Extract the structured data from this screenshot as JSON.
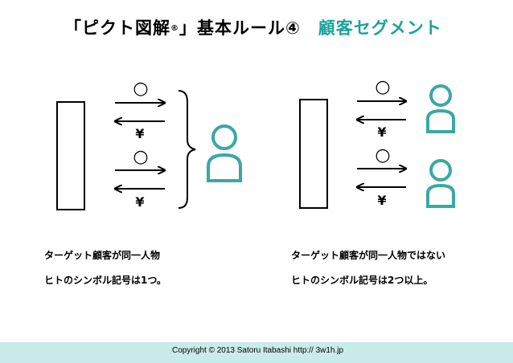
{
  "title": {
    "main_prefix": "「ピクト図解",
    "registered": "®",
    "main_suffix": "」基本ルール④",
    "subtitle": "顧客セグメント"
  },
  "left_panel": {
    "symbols": [
      "○",
      "¥",
      "○",
      "¥"
    ],
    "caption_line1": "ターゲット顧客が同一人物",
    "caption_line2": "ヒトのシンボル記号は1つ。"
  },
  "right_panel": {
    "symbols": [
      "○",
      "¥",
      "○",
      "¥"
    ],
    "caption_line1": "ターゲット顧客が同一人物ではない",
    "caption_line2": "ヒトのシンボル記号は2つ以上。"
  },
  "footer": {
    "text": "Copyright © 2013 Satoru Itabashi    http:// 3w1h.jp"
  },
  "colors": {
    "accent": "#1aa39c",
    "footer_bg": "#c9ecea",
    "person": "#3aa8a2"
  },
  "icons": [
    "arrow-right-icon",
    "arrow-left-icon",
    "circle-icon",
    "yen-icon",
    "person-icon",
    "brace-icon"
  ]
}
